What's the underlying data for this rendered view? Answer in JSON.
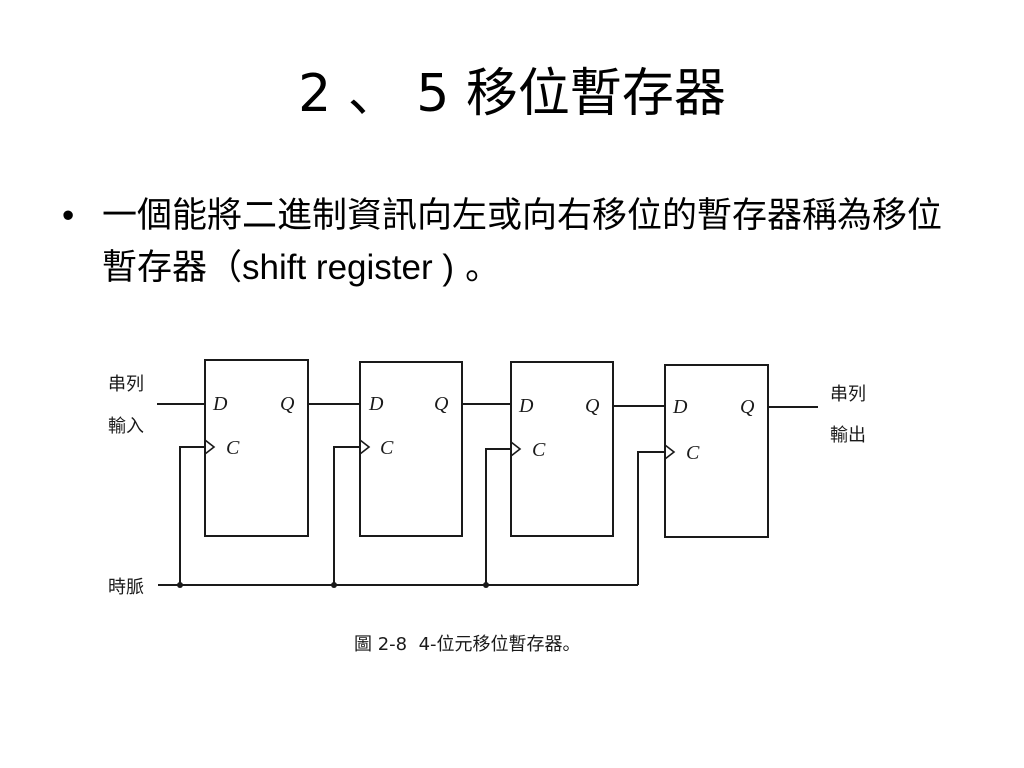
{
  "title": "2 、 5 移位暫存器",
  "bullet": {
    "symbol": "•",
    "text_part1": "一個能將二進制資訊向左或向右移位的暫存器稱為移位暫存器（",
    "text_english": "shift register )",
    "text_part2": " 。"
  },
  "diagram": {
    "serial_input": [
      "串列",
      "輸入"
    ],
    "serial_output": [
      "串列",
      "輸出"
    ],
    "clock_label": "時脈",
    "flip_flops": [
      {
        "d": "D",
        "q": "Q",
        "c": "C"
      },
      {
        "d": "D",
        "q": "Q",
        "c": "C"
      },
      {
        "d": "D",
        "q": "Q",
        "c": "C"
      },
      {
        "d": "D",
        "q": "Q",
        "c": "C"
      }
    ],
    "caption": "圖 2-8  4-位元移位暫存器。"
  }
}
